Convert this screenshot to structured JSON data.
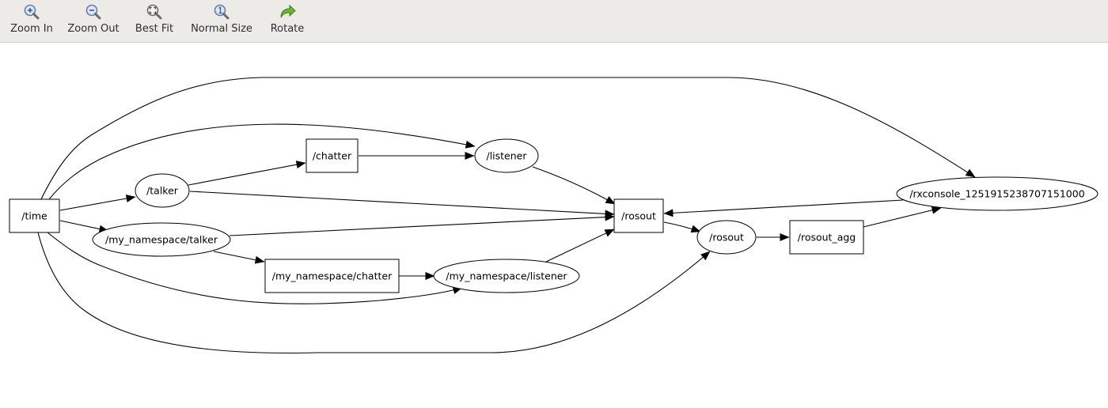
{
  "toolbar": {
    "buttons": [
      {
        "label": "Zoom In",
        "icon": "zoom-in-icon"
      },
      {
        "label": "Zoom Out",
        "icon": "zoom-out-icon"
      },
      {
        "label": "Best Fit",
        "icon": "best-fit-icon"
      },
      {
        "label": "Normal Size",
        "icon": "normal-size-icon"
      },
      {
        "label": "Rotate",
        "icon": "rotate-icon"
      }
    ]
  },
  "graph": {
    "nodes": {
      "time": "/time",
      "talker": "/talker",
      "chatter": "/chatter",
      "listener": "/listener",
      "rosout_topic": "/rosout",
      "rxconsole": "/rxconsole_1251915238707151000",
      "ns_talker": "/my_namespace/talker",
      "ns_chatter": "/my_namespace/chatter",
      "ns_listener": "/my_namespace/listener",
      "rosout_node": "/rosout",
      "rosout_agg": "/rosout_agg"
    },
    "edges": [
      [
        "time",
        "talker"
      ],
      [
        "time",
        "ns_talker"
      ],
      [
        "time",
        "listener"
      ],
      [
        "time",
        "rxconsole"
      ],
      [
        "time",
        "ns_listener"
      ],
      [
        "time",
        "rosout_node"
      ],
      [
        "talker",
        "chatter"
      ],
      [
        "chatter",
        "listener"
      ],
      [
        "listener",
        "rosout_topic"
      ],
      [
        "talker",
        "rosout_topic"
      ],
      [
        "ns_talker",
        "rosout_topic"
      ],
      [
        "ns_talker",
        "ns_chatter"
      ],
      [
        "ns_chatter",
        "ns_listener"
      ],
      [
        "ns_listener",
        "rosout_topic"
      ],
      [
        "rxconsole",
        "rosout_topic"
      ],
      [
        "rosout_topic",
        "rosout_node"
      ],
      [
        "rosout_node",
        "rosout_agg"
      ],
      [
        "rosout_agg",
        "rxconsole"
      ]
    ]
  },
  "colors": {
    "toolbar_bg": "#edebe8",
    "rotate_green": "#4e9a06",
    "zoom_blue": "#5f7fb0"
  }
}
